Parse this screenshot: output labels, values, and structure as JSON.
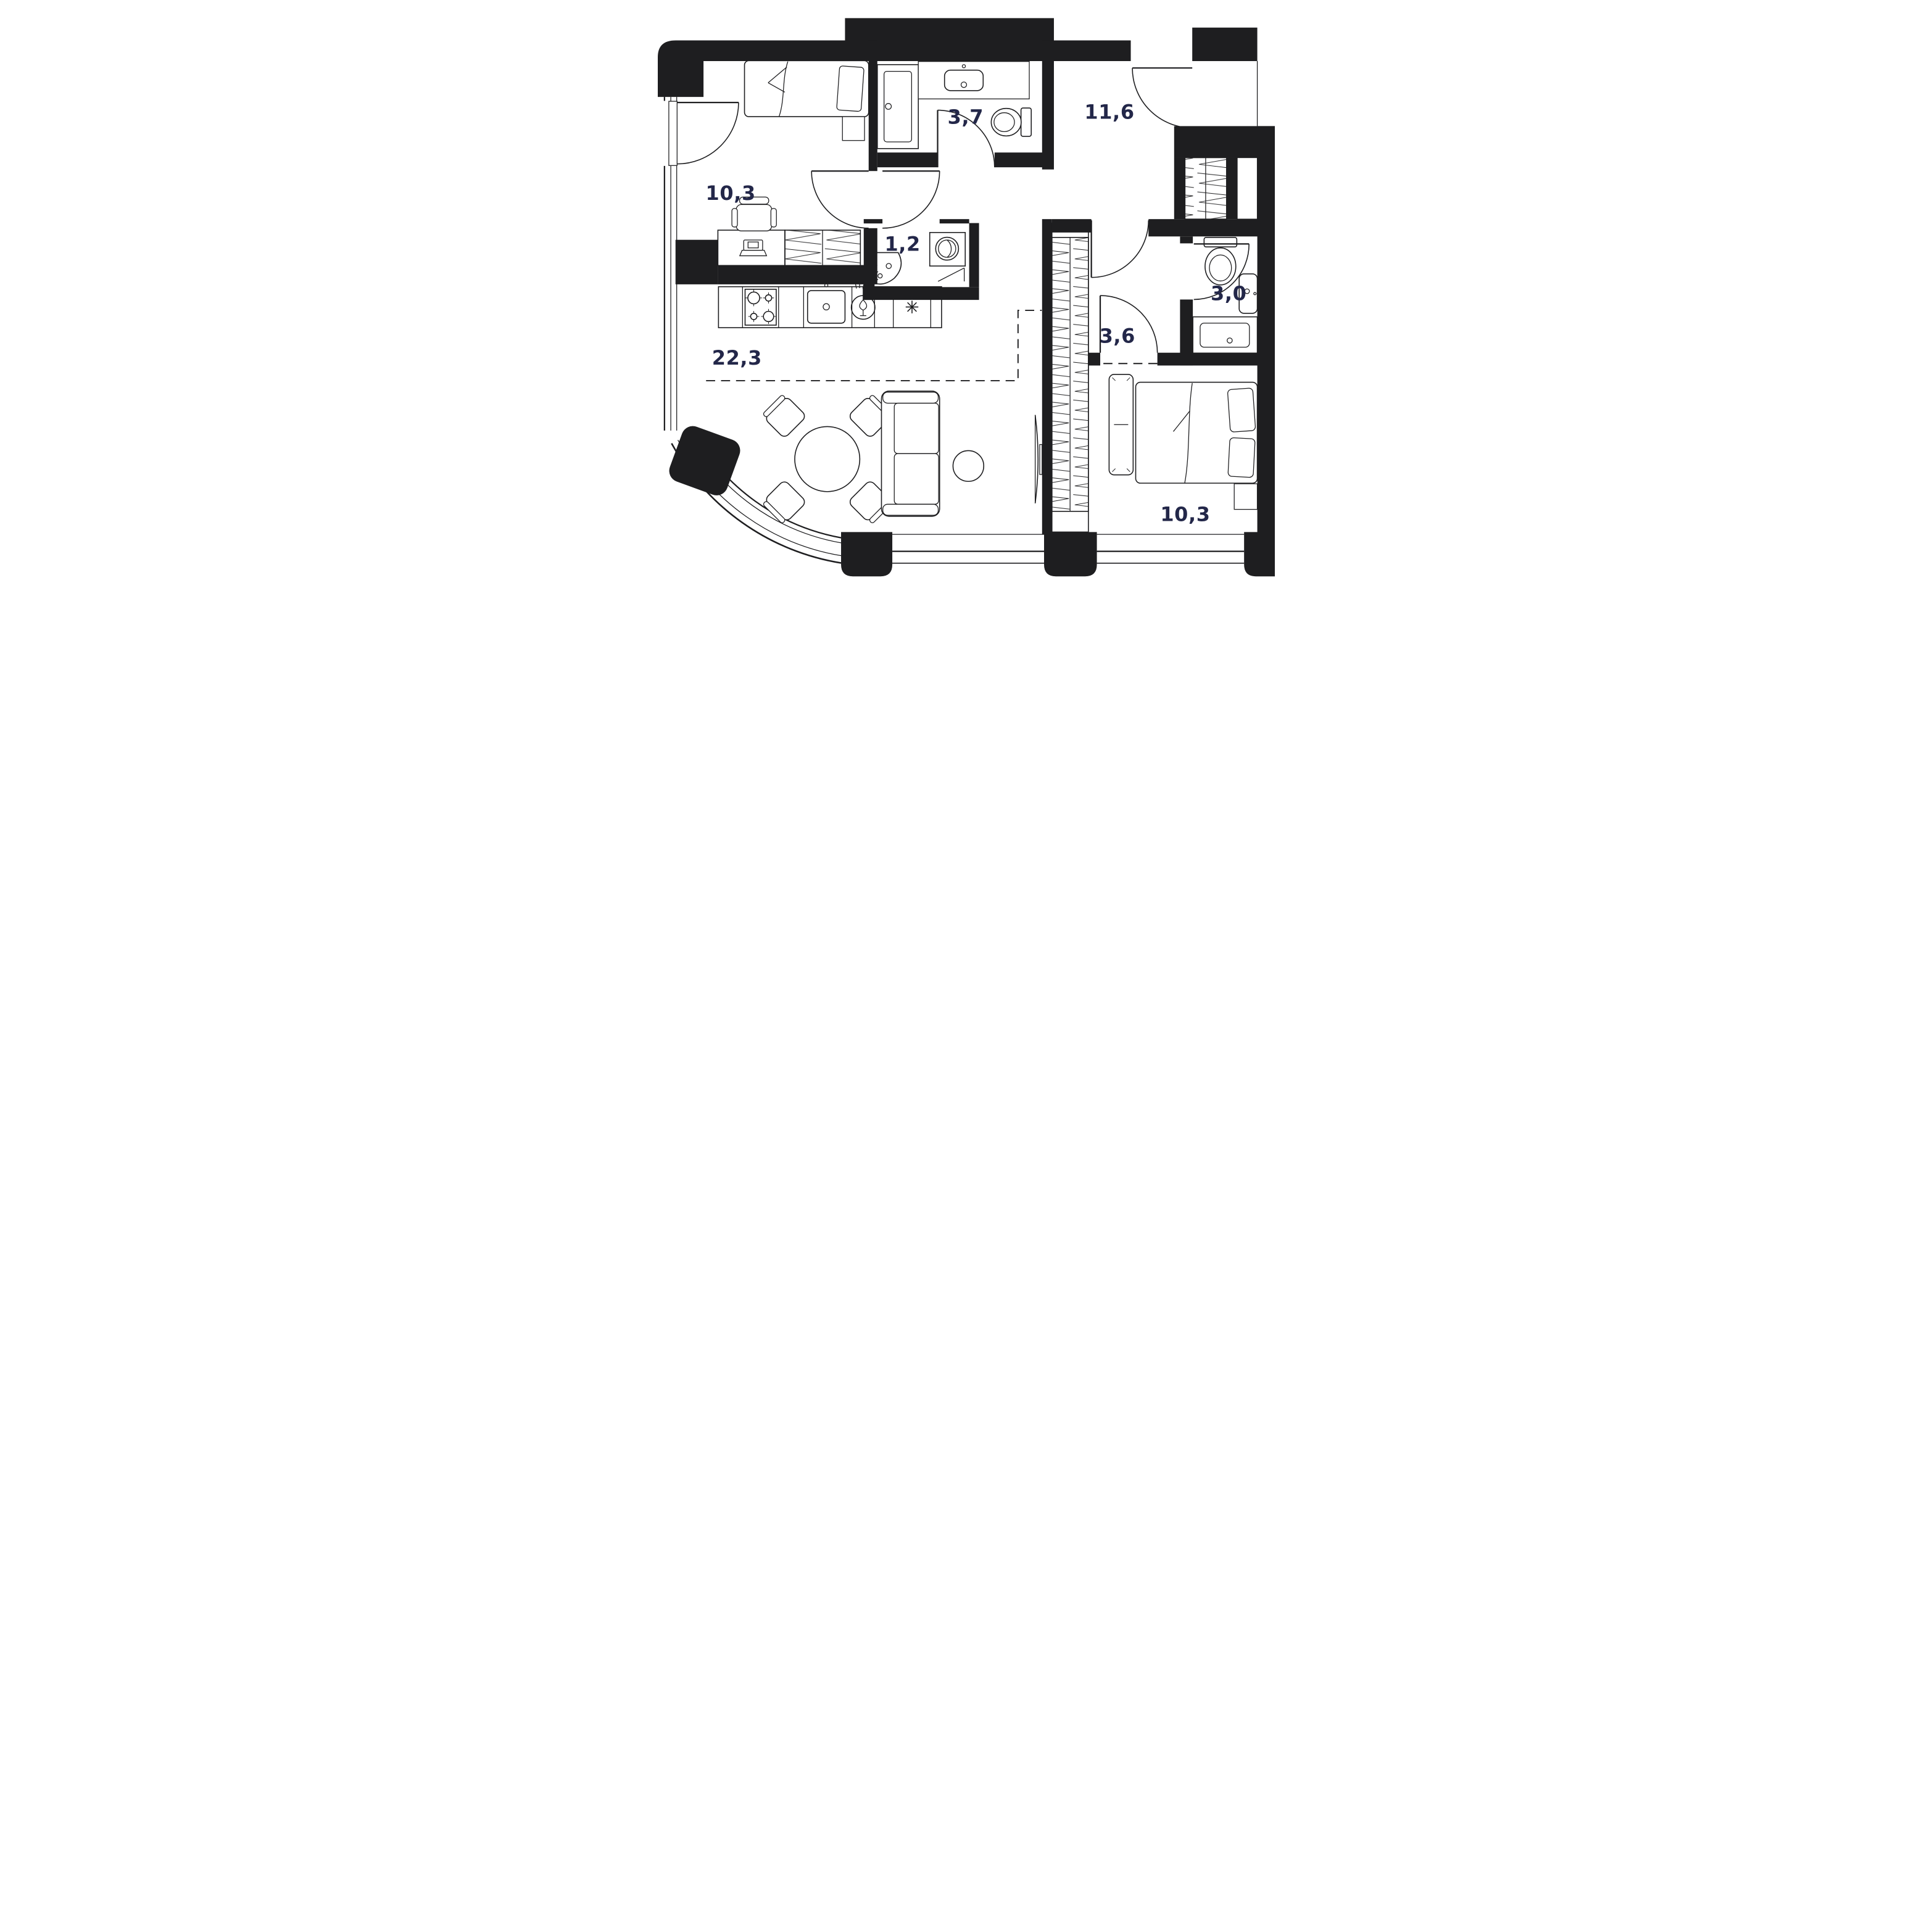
{
  "plan": {
    "title": "Apartment floor plan",
    "background_color": "#ffffff",
    "wall_color": "#1e1e20",
    "label_color": "#232749",
    "area_unit_shown": "",
    "rooms": [
      {
        "name": "bedroom-top-left",
        "area": "10,3"
      },
      {
        "name": "bathroom-top",
        "area": "3,7"
      },
      {
        "name": "entrance-hall",
        "area": "11,6"
      },
      {
        "name": "laundry-closet",
        "area": "1,2"
      },
      {
        "name": "bathroom-right",
        "area": "3,0"
      },
      {
        "name": "corridor",
        "area": "3,6"
      },
      {
        "name": "living-kitchen",
        "area": "22,3"
      },
      {
        "name": "bedroom-main",
        "area": "10,3"
      }
    ],
    "icons": [
      "single-bed-icon",
      "double-bed-icon",
      "shower-tub-icon",
      "vanity-sink-icon",
      "toilet-icon",
      "corner-sink-icon",
      "washing-machine-icon",
      "fridge-icon",
      "gas-stove-icon",
      "kitchen-sink-icon",
      "dishwasher-icon",
      "wardrobe-icon",
      "desk-icon",
      "office-chair-icon",
      "laptop-icon",
      "sofa-icon",
      "tv-icon",
      "coffee-table-icon",
      "dining-table-icon",
      "dining-chair-icon",
      "bathtub-icon",
      "door-swing-icon",
      "window-icon",
      "shaft-icon"
    ]
  }
}
